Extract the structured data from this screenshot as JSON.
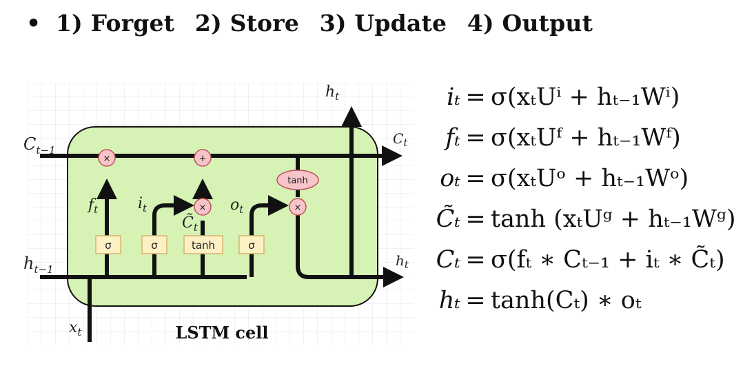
{
  "heading": {
    "bullet": "•",
    "steps": [
      "1) Forget",
      "2) Store",
      "3) Update",
      "4) Output"
    ]
  },
  "diagram": {
    "caption": "LSTM cell",
    "labels": {
      "c_prev": "C",
      "c_prev_sub": "t−1",
      "h_prev": "h",
      "h_prev_sub": "t−1",
      "x_in": "x",
      "x_in_sub": "t",
      "h_top": "h",
      "h_top_sub": "t",
      "c_out": "C",
      "c_out_sub": "t",
      "h_out": "h",
      "h_out_sub": "t",
      "f_gate": "f",
      "f_gate_sub": "t",
      "i_gate": "i",
      "i_gate_sub": "t",
      "o_gate": "o",
      "o_gate_sub": "t",
      "c_tilde": "C̃",
      "c_tilde_sub": "t"
    },
    "gates": [
      "σ",
      "σ",
      "tanh",
      "σ"
    ],
    "ops": {
      "forget_mult": "×",
      "add": "+",
      "input_mult": "×",
      "output_mult": "×",
      "tanh": "tanh"
    },
    "colors": {
      "cell_fill": "#d6f2b4",
      "cell_stroke": "#111111",
      "gate_fill": "#fdf0c4",
      "gate_stroke": "#d7b56d",
      "op_fill": "#f7c5c9",
      "op_stroke": "#c0505a",
      "grid": "#e6e6e6"
    }
  },
  "equations": [
    {
      "lhs": "iₜ",
      "eq": "=",
      "rhs": "σ(xₜUⁱ + hₜ₋₁Wⁱ)"
    },
    {
      "lhs": "fₜ",
      "eq": "=",
      "rhs": "σ(xₜUᶠ + hₜ₋₁Wᶠ)"
    },
    {
      "lhs": "oₜ",
      "eq": "=",
      "rhs": "σ(xₜUᵒ + hₜ₋₁Wᵒ)"
    },
    {
      "lhs": "C̃ₜ",
      "eq": "=",
      "rhs": "tanh (xₜUᵍ + hₜ₋₁Wᵍ)"
    },
    {
      "lhs": "Cₜ",
      "eq": "=",
      "rhs": "σ(fₜ ∗ Cₜ₋₁ + iₜ ∗ C̃ₜ)"
    },
    {
      "lhs": "hₜ",
      "eq": "=",
      "rhs": "tanh(Cₜ) ∗ oₜ"
    }
  ]
}
